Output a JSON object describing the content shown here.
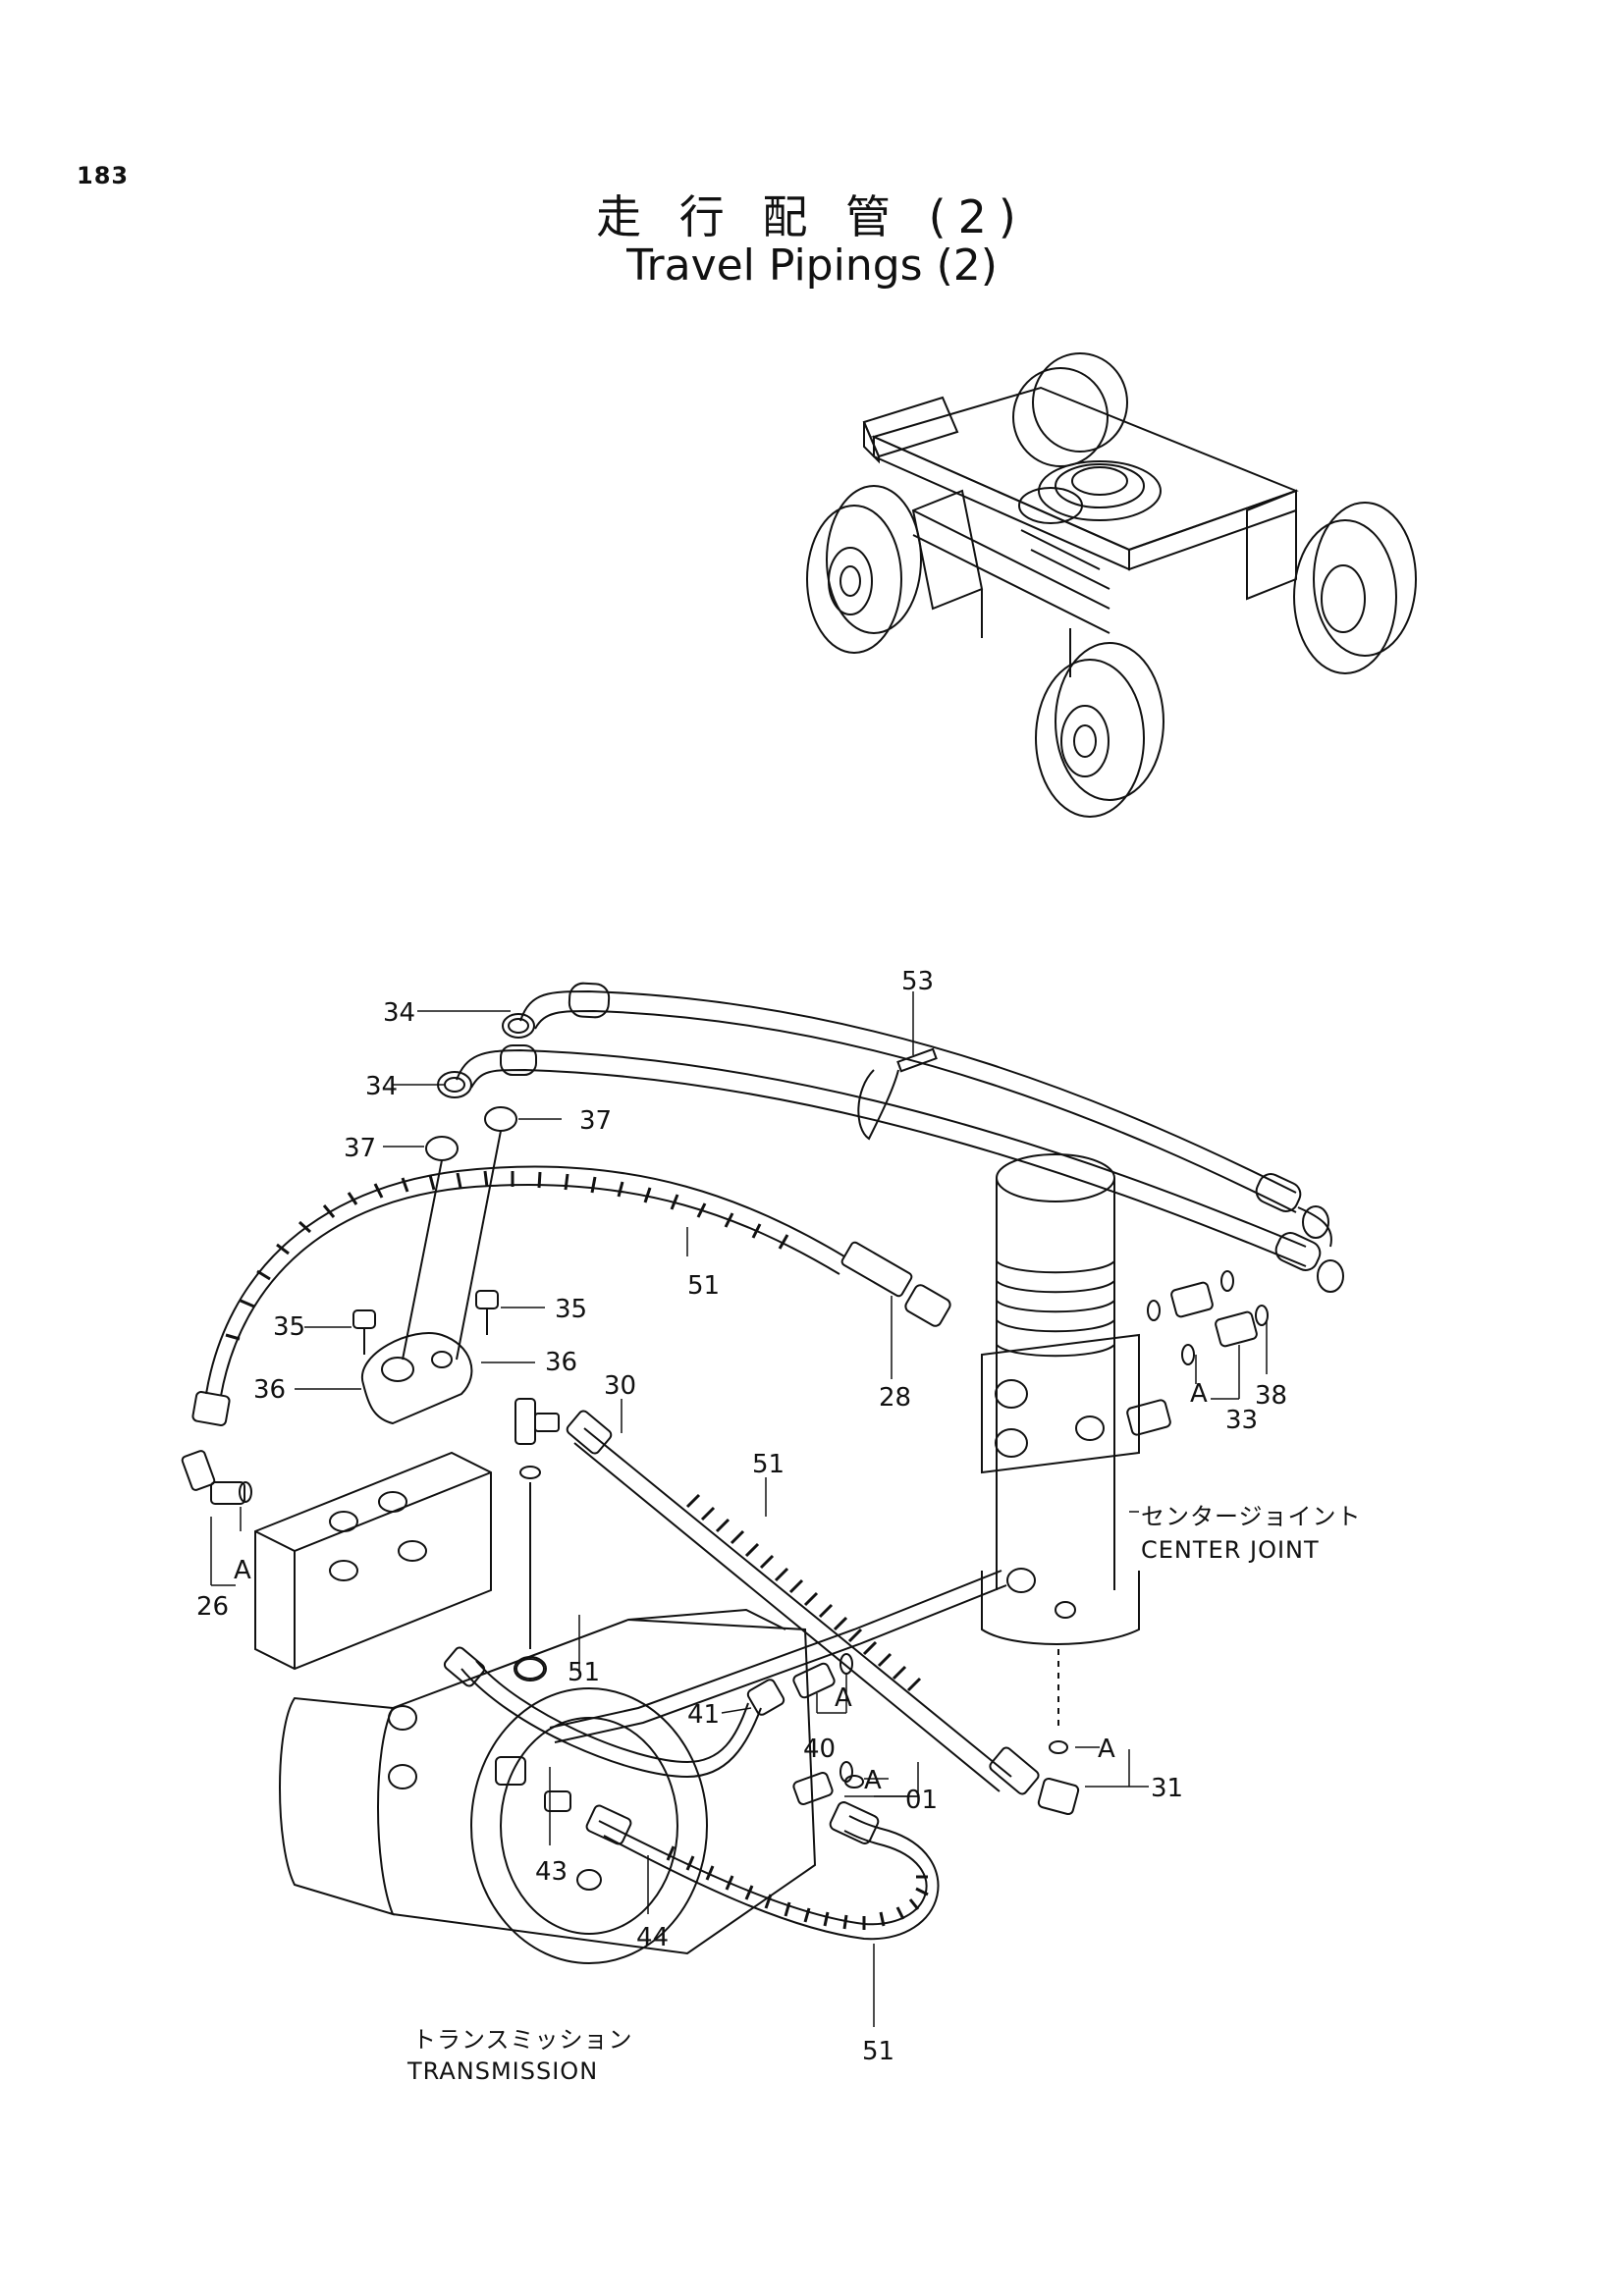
{
  "page": {
    "number": "183",
    "title_jp": "走 行 配 管 (2)",
    "title_en": "Travel Pipings (2)"
  },
  "labels": {
    "center_joint_jp": "センタージョイント",
    "center_joint_en": "CENTER JOINT",
    "transmission_jp": "トランスミッション",
    "transmission_en": "TRANSMISSION"
  },
  "callouts": {
    "c53": "53",
    "c34a": "34",
    "c34b": "34",
    "c37a": "37",
    "c37b": "37",
    "c51a": "51",
    "c35a": "35",
    "c35b": "35",
    "c36a": "36",
    "c36b": "36",
    "c28": "28",
    "c30": "30",
    "c51b": "51",
    "cA1": "A",
    "c33": "33",
    "c38": "38",
    "cA2": "A",
    "c26": "26",
    "c51c": "51",
    "c41": "41",
    "cA3": "A",
    "c40": "40",
    "cA4": "A",
    "c01": "01",
    "cA5": "A",
    "c31": "31",
    "c43": "43",
    "c44": "44",
    "c51d": "51"
  }
}
